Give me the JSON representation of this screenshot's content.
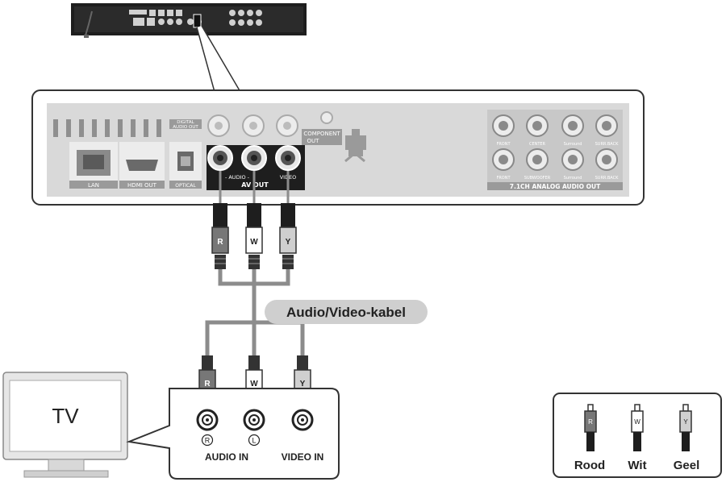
{
  "panel": {
    "lan": "LAN",
    "hdmi_out": "HDMI OUT",
    "digital_audio_out": [
      "DIGITAL",
      "AUDIO OUT"
    ],
    "optical": "OPTICAL",
    "component_out": [
      "COMPONENT",
      "OUT"
    ],
    "audio_label": "- AUDIO -",
    "video_label": "VIDEO",
    "av_out": "AV OUT",
    "analog_title": "7.1CH ANALOG AUDIO OUT",
    "analog_top": [
      "FRONT",
      "CENTER",
      "Surround",
      "SURR.BACK"
    ],
    "analog_bottom": [
      "FRONT",
      "SUBWOOFER",
      "Surround",
      "SURR.BACK"
    ]
  },
  "cable": {
    "label": "Audio/Video-kabel",
    "plug_letters": [
      "R",
      "W",
      "Y"
    ]
  },
  "tv": {
    "screen_text": "TV",
    "audio_in": "AUDIO IN",
    "video_in": "VIDEO IN",
    "jack_r": "R",
    "jack_l": "L"
  },
  "legend": {
    "items": [
      {
        "letter": "R",
        "label": "Rood"
      },
      {
        "letter": "W",
        "label": "Wit"
      },
      {
        "letter": "Y",
        "label": "Geel"
      }
    ]
  },
  "colors": {
    "panel_bg": "#d9d9d9",
    "outline": "#333333",
    "cable_gray": "#8c8c8c",
    "label_pill": "#cfcfcf"
  }
}
